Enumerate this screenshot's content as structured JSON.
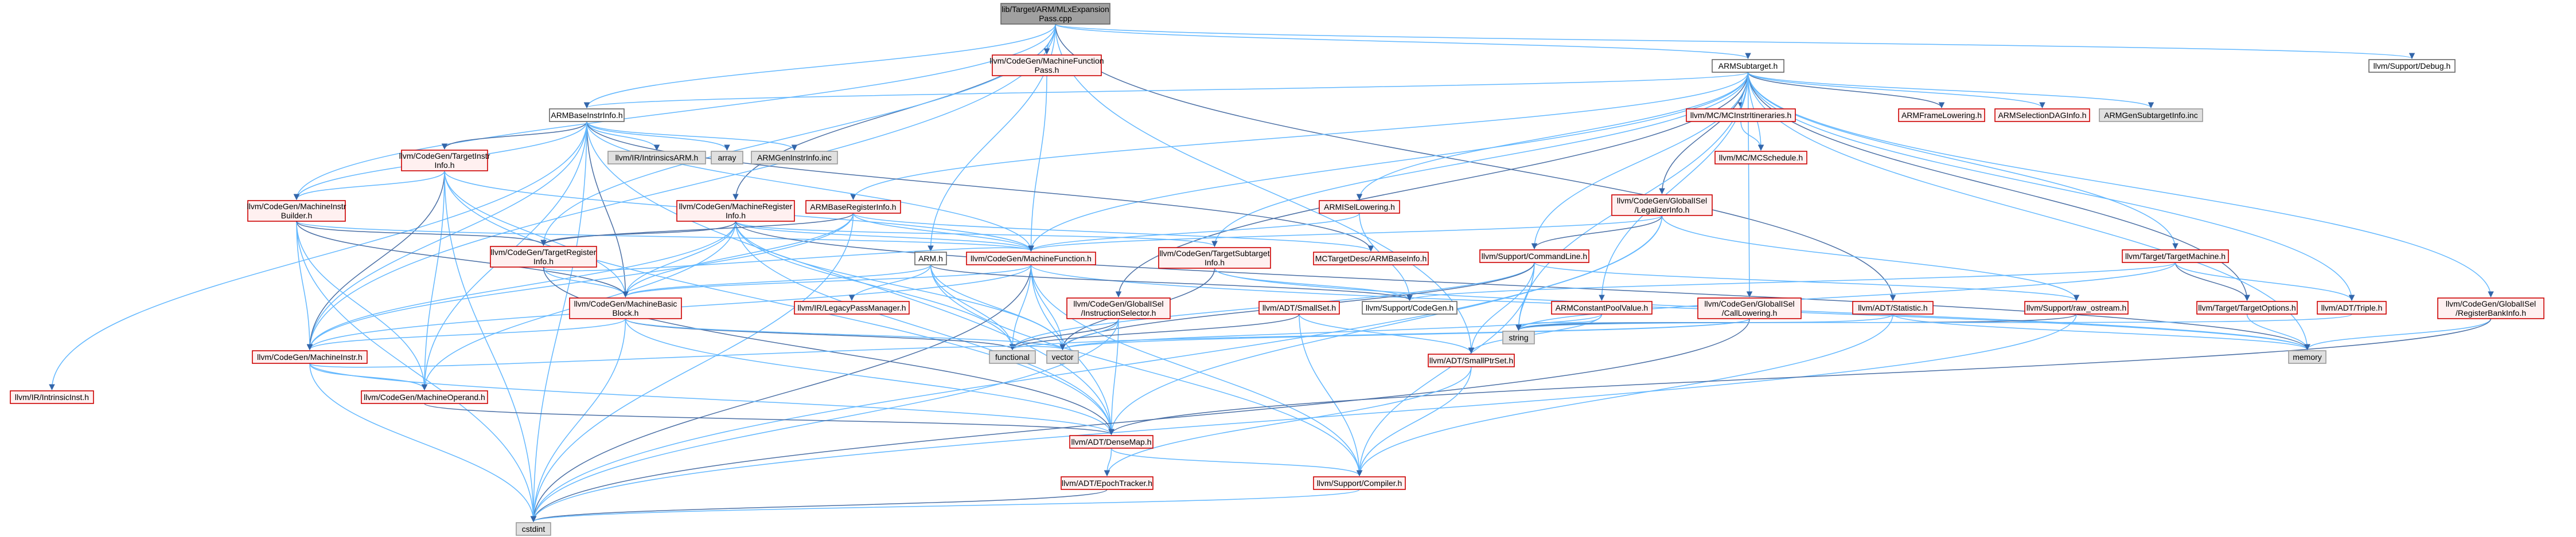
{
  "colors": {
    "root_fill": "#a0a0a0",
    "root_stroke": "#666666",
    "red_fill": "#fff0f0",
    "red_stroke": "#cc0000",
    "gray_fill": "#e0e0e0",
    "gray_stroke": "#999999",
    "white_fill": "#ffffff",
    "white_stroke": "#666666",
    "edge": "#63b8ff",
    "edge_dark": "#4a6fa5",
    "arrow": "#3366aa"
  },
  "nodes": [
    {
      "id": "root",
      "lines": [
        "lib/Target/ARM/MLxExpansion",
        "Pass.cpp"
      ],
      "style": "root"
    },
    {
      "id": "mfpass",
      "lines": [
        "llvm/CodeGen/MachineFunction",
        "Pass.h"
      ],
      "style": "red"
    },
    {
      "id": "debug",
      "lines": [
        "llvm/Support/Debug.h"
      ],
      "style": "white"
    },
    {
      "id": "armsubtarget",
      "lines": [
        "ARMSubtarget.h"
      ],
      "style": "white"
    },
    {
      "id": "armbaseinstr",
      "lines": [
        "ARMBaseInstrInfo.h"
      ],
      "style": "white"
    },
    {
      "id": "mcinstrinfo",
      "lines": [
        "llvm/MC/MCInstrItineraries.h"
      ],
      "style": "red"
    },
    {
      "id": "armframelowering",
      "lines": [
        "ARMFrameLowering.h"
      ],
      "style": "red"
    },
    {
      "id": "armselectiondag",
      "lines": [
        "ARMSelectionDAGInfo.h"
      ],
      "style": "red"
    },
    {
      "id": "armgensubtarget",
      "lines": [
        "ARMGenSubtargetInfo.inc"
      ],
      "style": "gray"
    },
    {
      "id": "mcschedule",
      "lines": [
        "llvm/MC/MCSchedule.h"
      ],
      "style": "red"
    },
    {
      "id": "targetinstrinfo",
      "lines": [
        "llvm/CodeGen/TargetInstr",
        "Info.h"
      ],
      "style": "red"
    },
    {
      "id": "intrinsicsarm",
      "lines": [
        "llvm/IR/IntrinsicsARM.h"
      ],
      "style": "gray"
    },
    {
      "id": "array",
      "lines": [
        "array"
      ],
      "style": "gray"
    },
    {
      "id": "armgeninstr",
      "lines": [
        "ARMGenInstrInfo.inc"
      ],
      "style": "gray"
    },
    {
      "id": "mib",
      "lines": [
        "llvm/CodeGen/MachineInstr",
        "Builder.h"
      ],
      "style": "red"
    },
    {
      "id": "mri",
      "lines": [
        "llvm/CodeGen/MachineRegister",
        "Info.h"
      ],
      "style": "red"
    },
    {
      "id": "armbasereg",
      "lines": [
        "ARMBaseRegisterInfo.h"
      ],
      "style": "red"
    },
    {
      "id": "armisellowering",
      "lines": [
        "ARMISelLowering.h"
      ],
      "style": "red"
    },
    {
      "id": "legalizer",
      "lines": [
        "llvm/CodeGen/GlobalISel",
        "/LegalizerInfo.h"
      ],
      "style": "red"
    },
    {
      "id": "targetmachine",
      "lines": [
        "llvm/Target/TargetMachine.h"
      ],
      "style": "red"
    },
    {
      "id": "targetreginfo",
      "lines": [
        "llvm/CodeGen/TargetRegister",
        "Info.h"
      ],
      "style": "red"
    },
    {
      "id": "machinefunction",
      "lines": [
        "llvm/CodeGen/MachineFunction.h"
      ],
      "style": "red"
    },
    {
      "id": "targetsubtarget",
      "lines": [
        "llvm/CodeGen/TargetSubtarget",
        "Info.h"
      ],
      "style": "red"
    },
    {
      "id": "mctargetdesc",
      "lines": [
        "MCTargetDesc/ARMBaseInfo.h"
      ],
      "style": "red"
    },
    {
      "id": "commandline",
      "lines": [
        "llvm/Support/CommandLine.h"
      ],
      "style": "red"
    },
    {
      "id": "armh",
      "lines": [
        "ARM.h"
      ],
      "style": "white"
    },
    {
      "id": "mbb",
      "lines": [
        "llvm/CodeGen/MachineBasic",
        "Block.h"
      ],
      "style": "red"
    },
    {
      "id": "legacypm",
      "lines": [
        "llvm/IR/LegacyPassManager.h"
      ],
      "style": "red"
    },
    {
      "id": "instrselector",
      "lines": [
        "llvm/CodeGen/GlobalISel",
        "/InstructionSelector.h"
      ],
      "style": "red"
    },
    {
      "id": "smallset",
      "lines": [
        "llvm/ADT/SmallSet.h"
      ],
      "style": "red"
    },
    {
      "id": "codegen",
      "lines": [
        "llvm/Support/CodeGen.h"
      ],
      "style": "white"
    },
    {
      "id": "armconstpool",
      "lines": [
        "ARMConstantPoolValue.h"
      ],
      "style": "red"
    },
    {
      "id": "calllowering",
      "lines": [
        "llvm/CodeGen/GlobalISel",
        "/CallLowering.h"
      ],
      "style": "red"
    },
    {
      "id": "statistic",
      "lines": [
        "llvm/ADT/Statistic.h"
      ],
      "style": "red"
    },
    {
      "id": "rawostream",
      "lines": [
        "llvm/Support/raw_ostream.h"
      ],
      "style": "red"
    },
    {
      "id": "targetoptions",
      "lines": [
        "llvm/Target/TargetOptions.h"
      ],
      "style": "red"
    },
    {
      "id": "triple",
      "lines": [
        "llvm/ADT/Triple.h"
      ],
      "style": "red"
    },
    {
      "id": "regbankinfo",
      "lines": [
        "llvm/CodeGen/GlobalISel",
        "/RegisterBankInfo.h"
      ],
      "style": "red"
    },
    {
      "id": "machineinstr",
      "lines": [
        "llvm/CodeGen/MachineInstr.h"
      ],
      "style": "red"
    },
    {
      "id": "functional",
      "lines": [
        "functional"
      ],
      "style": "gray"
    },
    {
      "id": "vector",
      "lines": [
        "vector"
      ],
      "style": "gray"
    },
    {
      "id": "smallptrset",
      "lines": [
        "llvm/ADT/SmallPtrSet.h"
      ],
      "style": "red"
    },
    {
      "id": "string",
      "lines": [
        "string"
      ],
      "style": "gray"
    },
    {
      "id": "memory",
      "lines": [
        "memory"
      ],
      "style": "gray"
    },
    {
      "id": "intrinsicinst",
      "lines": [
        "llvm/IR/IntrinsicInst.h"
      ],
      "style": "red"
    },
    {
      "id": "machineoperand",
      "lines": [
        "llvm/CodeGen/MachineOperand.h"
      ],
      "style": "red"
    },
    {
      "id": "densemap",
      "lines": [
        "llvm/ADT/DenseMap.h"
      ],
      "style": "red"
    },
    {
      "id": "epochtracker",
      "lines": [
        "llvm/ADT/EpochTracker.h"
      ],
      "style": "red"
    },
    {
      "id": "compiler",
      "lines": [
        "llvm/Support/Compiler.h"
      ],
      "style": "red"
    },
    {
      "id": "cstdint",
      "lines": [
        "cstdint"
      ],
      "style": "gray"
    }
  ],
  "edges": [
    [
      "root",
      "mfpass"
    ],
    [
      "root",
      "debug"
    ],
    [
      "root",
      "armsubtarget"
    ],
    [
      "root",
      "armbaseinstr"
    ],
    [
      "root",
      "armh"
    ],
    [
      "root",
      "mri"
    ],
    [
      "root",
      "mib"
    ],
    [
      "root",
      "machineinstr"
    ],
    [
      "root",
      "targetreginfo"
    ],
    [
      "root",
      "smallptrset"
    ],
    [
      "root",
      "statistic"
    ],
    [
      "root",
      "mfpass"
    ],
    [
      "mfpass",
      "machinefunction"
    ],
    [
      "armsubtarget",
      "armbaseinstr"
    ],
    [
      "armsubtarget",
      "mcinstrinfo"
    ],
    [
      "armsubtarget",
      "armframelowering"
    ],
    [
      "armsubtarget",
      "armselectiondag"
    ],
    [
      "armsubtarget",
      "armgensubtarget"
    ],
    [
      "armsubtarget",
      "mcschedule"
    ],
    [
      "armsubtarget",
      "armisellowering"
    ],
    [
      "armsubtarget",
      "legalizer"
    ],
    [
      "armsubtarget",
      "targetmachine"
    ],
    [
      "armsubtarget",
      "armbasereg"
    ],
    [
      "armsubtarget",
      "machinefunction"
    ],
    [
      "armsubtarget",
      "targetsubtarget"
    ],
    [
      "armsubtarget",
      "instrselector"
    ],
    [
      "armsubtarget",
      "calllowering"
    ],
    [
      "armsubtarget",
      "armconstpool"
    ],
    [
      "armsubtarget",
      "regbankinfo"
    ],
    [
      "armsubtarget",
      "triple"
    ],
    [
      "armsubtarget",
      "targetoptions"
    ],
    [
      "armsubtarget",
      "commandline"
    ],
    [
      "armsubtarget",
      "string"
    ],
    [
      "armsubtarget",
      "memory"
    ],
    [
      "mcinstrinfo",
      "mcschedule"
    ],
    [
      "armbaseinstr",
      "targetinstrinfo"
    ],
    [
      "armbaseinstr",
      "intrinsicsarm"
    ],
    [
      "armbaseinstr",
      "array"
    ],
    [
      "armbaseinstr",
      "armgeninstr"
    ],
    [
      "armbaseinstr",
      "mib"
    ],
    [
      "armbaseinstr",
      "mbb"
    ],
    [
      "armbaseinstr",
      "machineinstr"
    ],
    [
      "armbaseinstr",
      "machineoperand"
    ],
    [
      "armbaseinstr",
      "intrinsicinst"
    ],
    [
      "armbaseinstr",
      "machinefunction"
    ],
    [
      "armbaseinstr",
      "mctargetdesc"
    ],
    [
      "armbaseinstr",
      "densemap"
    ],
    [
      "armbaseinstr",
      "cstdint"
    ],
    [
      "targetinstrinfo",
      "mbb"
    ],
    [
      "targetinstrinfo",
      "machinefunction"
    ],
    [
      "targetinstrinfo",
      "machineinstr"
    ],
    [
      "targetinstrinfo",
      "machineoperand"
    ],
    [
      "targetinstrinfo",
      "densemap"
    ],
    [
      "targetinstrinfo",
      "cstdint"
    ],
    [
      "targetinstrinfo",
      "mib"
    ],
    [
      "mib",
      "mbb"
    ],
    [
      "mib",
      "machinefunction"
    ],
    [
      "mib",
      "machineinstr"
    ],
    [
      "mib",
      "machineoperand"
    ],
    [
      "mib",
      "cstdint"
    ],
    [
      "mib",
      "targetreginfo"
    ],
    [
      "mri",
      "mbb"
    ],
    [
      "mri",
      "machinefunction"
    ],
    [
      "mri",
      "machineinstr"
    ],
    [
      "mri",
      "machineoperand"
    ],
    [
      "mri",
      "targetreginfo"
    ],
    [
      "mri",
      "targetsubtarget"
    ],
    [
      "mri",
      "functional"
    ],
    [
      "mri",
      "vector"
    ],
    [
      "mri",
      "densemap"
    ],
    [
      "mri",
      "memory"
    ],
    [
      "armbasereg",
      "mctargetdesc"
    ],
    [
      "armbasereg",
      "mbb"
    ],
    [
      "armbasereg",
      "machinefunction"
    ],
    [
      "armbasereg",
      "machineinstr"
    ],
    [
      "armbasereg",
      "targetreginfo"
    ],
    [
      "armbasereg",
      "cstdint"
    ],
    [
      "armisellowering",
      "machinefunction"
    ],
    [
      "armisellowering",
      "codegen"
    ],
    [
      "legalizer",
      "machinefunction"
    ],
    [
      "legalizer",
      "commandline"
    ],
    [
      "legalizer",
      "rawostream"
    ],
    [
      "legalizer",
      "densemap"
    ],
    [
      "legalizer",
      "cstdint"
    ],
    [
      "targetmachine",
      "codegen"
    ],
    [
      "targetmachine",
      "targetoptions"
    ],
    [
      "targetmachine",
      "triple"
    ],
    [
      "targetmachine",
      "string"
    ],
    [
      "targetreginfo",
      "mbb"
    ],
    [
      "targetreginfo",
      "machinefunction"
    ],
    [
      "targetreginfo",
      "densemap"
    ],
    [
      "machinefunction",
      "mbb"
    ],
    [
      "machinefunction",
      "machineinstr"
    ],
    [
      "machinefunction",
      "densemap"
    ],
    [
      "machinefunction",
      "compiler"
    ],
    [
      "machinefunction",
      "cstdint"
    ],
    [
      "machinefunction",
      "functional"
    ],
    [
      "machinefunction",
      "vector"
    ],
    [
      "machinefunction",
      "memory"
    ],
    [
      "targetsubtarget",
      "codegen"
    ],
    [
      "targetsubtarget",
      "vector"
    ],
    [
      "targetsubtarget",
      "memory"
    ],
    [
      "commandline",
      "smallptrset"
    ],
    [
      "commandline",
      "compiler"
    ],
    [
      "commandline",
      "functional"
    ],
    [
      "commandline",
      "vector"
    ],
    [
      "commandline",
      "string"
    ],
    [
      "commandline",
      "rawostream"
    ],
    [
      "armh",
      "legacypm"
    ],
    [
      "armh",
      "mbb"
    ],
    [
      "armh",
      "codegen"
    ],
    [
      "armh",
      "functional"
    ],
    [
      "armh",
      "vector"
    ],
    [
      "armh",
      "compiler"
    ],
    [
      "mbb",
      "machineinstr"
    ],
    [
      "mbb",
      "functional"
    ],
    [
      "mbb",
      "vector"
    ],
    [
      "mbb",
      "cstdint"
    ],
    [
      "mbb",
      "densemap"
    ],
    [
      "instrselector",
      "densemap"
    ],
    [
      "instrselector",
      "functional"
    ],
    [
      "instrselector",
      "vector"
    ],
    [
      "instrselector",
      "cstdint"
    ],
    [
      "smallset",
      "smallptrset"
    ],
    [
      "smallset",
      "compiler"
    ],
    [
      "smallset",
      "functional"
    ],
    [
      "armconstpool",
      "smallptrset"
    ],
    [
      "armconstpool",
      "string"
    ],
    [
      "armconstpool",
      "vector"
    ],
    [
      "calllowering",
      "functional"
    ],
    [
      "calllowering",
      "cstdint"
    ],
    [
      "calllowering",
      "vector"
    ],
    [
      "statistic",
      "compiler"
    ],
    [
      "statistic",
      "memory"
    ],
    [
      "statistic",
      "string"
    ],
    [
      "rawostream",
      "string"
    ],
    [
      "rawostream",
      "cstdint"
    ],
    [
      "targetoptions",
      "memory"
    ],
    [
      "triple",
      "string"
    ],
    [
      "regbankinfo",
      "memory"
    ],
    [
      "regbankinfo",
      "densemap"
    ],
    [
      "machineinstr",
      "machineoperand"
    ],
    [
      "machineinstr",
      "densemap"
    ],
    [
      "machineinstr",
      "cstdint"
    ],
    [
      "machineinstr",
      "vector"
    ],
    [
      "machineoperand",
      "densemap"
    ],
    [
      "smallptrset",
      "epochtracker"
    ],
    [
      "smallptrset",
      "compiler"
    ],
    [
      "densemap",
      "epochtracker"
    ],
    [
      "densemap",
      "compiler"
    ],
    [
      "epochtracker",
      "cstdint"
    ],
    [
      "compiler",
      "cstdint"
    ]
  ]
}
